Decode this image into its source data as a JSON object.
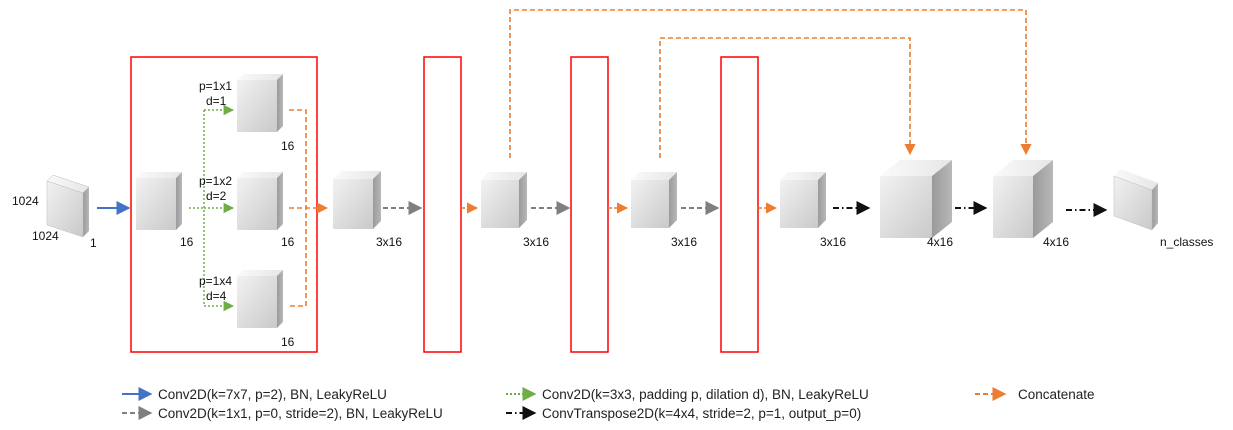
{
  "colors": {
    "conv7": "#4472c4",
    "conv1": "#7f7f7f",
    "dilated": "#70ad47",
    "transpose": "#111111",
    "concat": "#ed7d31",
    "box": "#ff0000"
  },
  "input": {
    "height_label": "1024",
    "width_label": "1024",
    "channels_label": "1"
  },
  "block": {
    "input_channels": "16",
    "branches": [
      {
        "p_label": "p=1x1",
        "d_label": "d=1",
        "channels": "16"
      },
      {
        "p_label": "p=1x2",
        "d_label": "d=2",
        "channels": "16"
      },
      {
        "p_label": "p=1x4",
        "d_label": "d=4",
        "channels": "16"
      }
    ]
  },
  "stages": {
    "s1": "3x16",
    "s2": "3x16",
    "s3": "3x16",
    "s4": "3x16",
    "up1": "4x16",
    "up2": "4x16",
    "out": "n_classes"
  },
  "legend": {
    "conv7": "Conv2D(k=7x7, p=2), BN, LeakyReLU",
    "conv1": "Conv2D(k=1x1, p=0, stride=2), BN, LeakyReLU",
    "dilated": "Conv2D(k=3x3, padding p, dilation d), BN, LeakyReLU",
    "transpose": "ConvTranspose2D(k=4x4, stride=2, p=1, output_p=0)",
    "concat": "Concatenate"
  }
}
